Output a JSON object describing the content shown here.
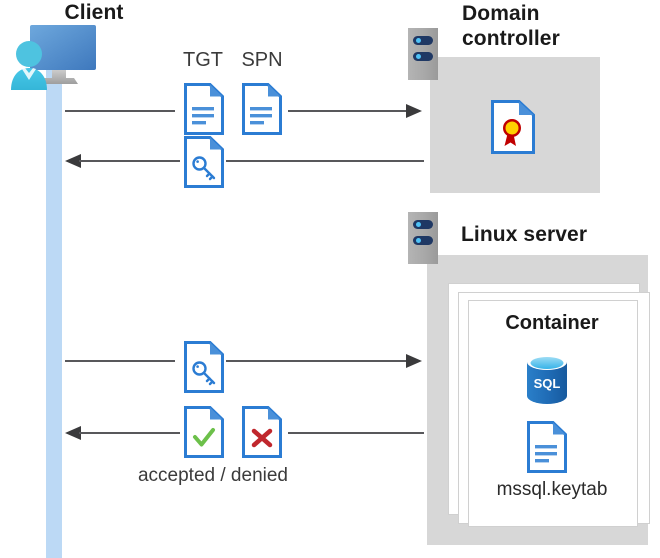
{
  "diagram": {
    "title_client": "Client",
    "title_domain_controller": "Domain\ncontroller",
    "domain_controller_line1": "Domain",
    "domain_controller_line2": "controller",
    "title_linux_server": "Linux server",
    "title_container": "Container",
    "label_tgt": "TGT",
    "label_spn": "SPN",
    "label_result": "accepted / denied",
    "label_keytab": "mssql.keytab",
    "label_sql": "SQL"
  },
  "icons": {
    "client": "user-at-monitor-icon",
    "server": "server-rack-icon",
    "certificate": "certificate-document-icon",
    "ticket": "document-lines-icon",
    "key": "key-document-icon",
    "accepted": "checkmark-document-icon",
    "denied": "cross-document-icon",
    "database": "sql-database-icon",
    "keytab": "document-lines-icon"
  },
  "flows": [
    {
      "id": "flow-1-request",
      "direction": "right",
      "from": "client",
      "to": "domain-controller",
      "payload": "TGT + SPN"
    },
    {
      "id": "flow-2-response",
      "direction": "left",
      "from": "domain-controller",
      "to": "client",
      "payload": "key"
    },
    {
      "id": "flow-3-request",
      "direction": "right",
      "from": "client",
      "to": "linux-server",
      "payload": "key"
    },
    {
      "id": "flow-4-response",
      "direction": "left",
      "from": "linux-server",
      "to": "client",
      "payload": "accepted / denied"
    }
  ],
  "colors": {
    "accent_blue": "#2b7cd3",
    "doc_fold_blue": "#4a90d9",
    "lifeline_blue": "#bcd9f5",
    "panel_grey": "#d7d7d7",
    "line_grey": "#58585b",
    "server_navy": "#1f3864",
    "server_dot": "#4fc3f7",
    "accept_green": "#6cc04a",
    "deny_red": "#c0272d",
    "seal_red": "#c00000",
    "seal_yellow": "#ffd100",
    "sql_blue": "#1e6bb8"
  }
}
